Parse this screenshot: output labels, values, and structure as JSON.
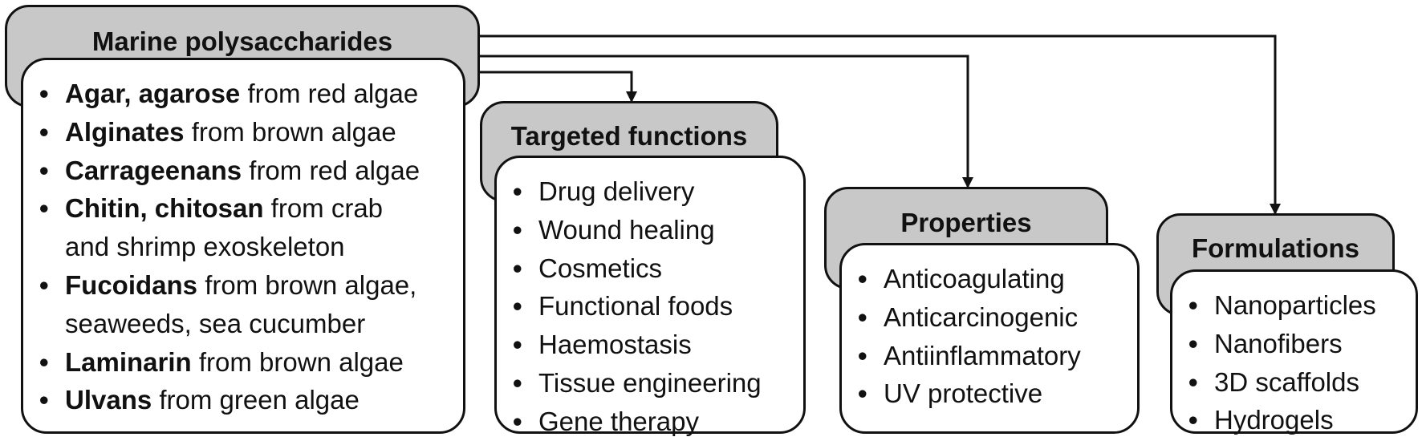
{
  "marine": {
    "title": "Marine polysaccharides",
    "items": [
      {
        "bold": "Agar, agarose",
        "rest": " from red algae"
      },
      {
        "bold": "Alginates",
        "rest": " from brown algae"
      },
      {
        "bold": "Carrageenans",
        "rest": " from red algae"
      },
      {
        "bold": "Chitin, chitosan",
        "rest": " from crab"
      },
      {
        "bold": "",
        "rest": "and shrimp exoskeleton"
      },
      {
        "bold": "Fucoidans",
        "rest": " from brown algae,"
      },
      {
        "bold": "",
        "rest": "seaweeds, sea cucumber"
      },
      {
        "bold": "Laminarin",
        "rest": " from brown algae"
      },
      {
        "bold": "Ulvans",
        "rest": " from green algae"
      }
    ]
  },
  "targeted": {
    "title": "Targeted functions",
    "items": [
      "Drug delivery",
      "Wound healing",
      "Cosmetics",
      "Functional foods",
      "Haemostasis",
      "Tissue engineering",
      "Gene therapy"
    ]
  },
  "properties": {
    "title": "Properties",
    "items": [
      "Anticoagulating",
      "Anticarcinogenic",
      "Antiinflammatory",
      "UV protective"
    ]
  },
  "formulations": {
    "title": "Formulations",
    "items": [
      "Nanoparticles",
      "Nanofibers",
      "3D scaffolds",
      "Hydrogels"
    ]
  },
  "bullet": "•",
  "colors": {
    "header_fill": "#c8c8c8",
    "body_fill": "#ffffff",
    "stroke": "#111111"
  }
}
